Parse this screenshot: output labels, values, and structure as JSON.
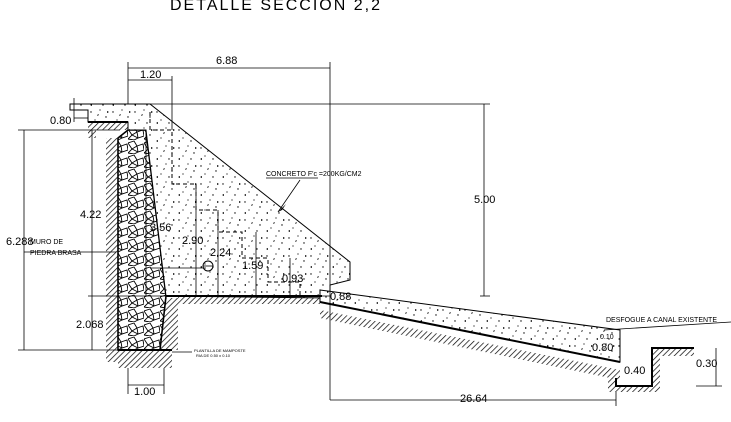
{
  "title": "DETALLE   SECCION  2,2",
  "dimensions": {
    "top_width": "6.88",
    "crest_width": "1.20",
    "crest_offset": "0.80",
    "total_height_left": "6.288",
    "upper_height": "4.22",
    "lower_height": "2.068",
    "wall_height": "3.56",
    "step_1": "2.90",
    "step_2": "2.24",
    "step_3": "1.59",
    "step_4": "0.93",
    "toe_height": "0.88",
    "dam_height": "5.00",
    "base_width": "1.00",
    "channel_length": "26.64",
    "canal_width": "0.40",
    "canal_depth": "0.30",
    "slope_thickness": "0.10",
    "outlet_depth": "0.80"
  },
  "labels": {
    "concrete": "CONCRETO F'c =200KG/CM2",
    "wall_line1": "MURO DE",
    "wall_line2": "PIEDRA BRASA",
    "footing_line1": "PLANTILLA DE MAMPOSTE",
    "footing_line2": "RIA DE 0.50 x 0.10",
    "outlet": "DESFOGUE A CANAL EXISTENTE"
  },
  "colors": {
    "ink": "#000000",
    "background": "#ffffff"
  }
}
